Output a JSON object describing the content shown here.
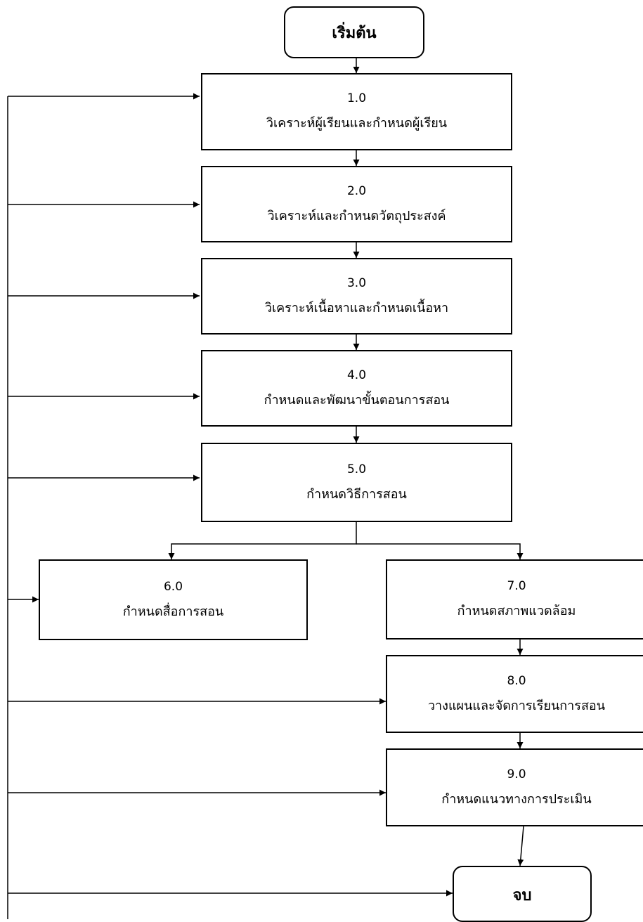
{
  "start": {
    "label": "เริ่มต้น"
  },
  "end": {
    "label": "จบ"
  },
  "steps": [
    {
      "number": "1.0",
      "label": "วิเคราะห์ผู้เรียนและกำหนดผู้เรียน"
    },
    {
      "number": "2.0",
      "label": "วิเคราะห์และกำหนดวัตถุประสงค์"
    },
    {
      "number": "3.0",
      "label": "วิเคราะห์เนื้อหาและกำหนดเนื้อหา"
    },
    {
      "number": "4.0",
      "label": "กำหนดและพัฒนาขั้นตอนการสอน"
    },
    {
      "number": "5.0",
      "label": "กำหนดวิธีการสอน"
    },
    {
      "number": "6.0",
      "label": "กำหนดสื่อการสอน"
    },
    {
      "number": "7.0",
      "label": "กำหนดสภาพแวดล้อม"
    },
    {
      "number": "8.0",
      "label": "วางแผนและจัดการเรียนการสอน"
    },
    {
      "number": "9.0",
      "label": "กำหนดแนวทางการประเมิน"
    }
  ]
}
